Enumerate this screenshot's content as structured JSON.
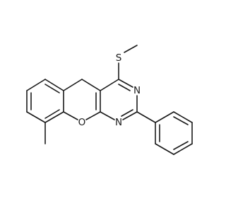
{
  "molecule": {
    "atom_labels": {
      "sulfur": "S",
      "nitrogen_top": "N",
      "nitrogen_bottom": "N",
      "oxygen": "O"
    },
    "bond_color": "#1a1a1a",
    "background": "#ffffff"
  }
}
